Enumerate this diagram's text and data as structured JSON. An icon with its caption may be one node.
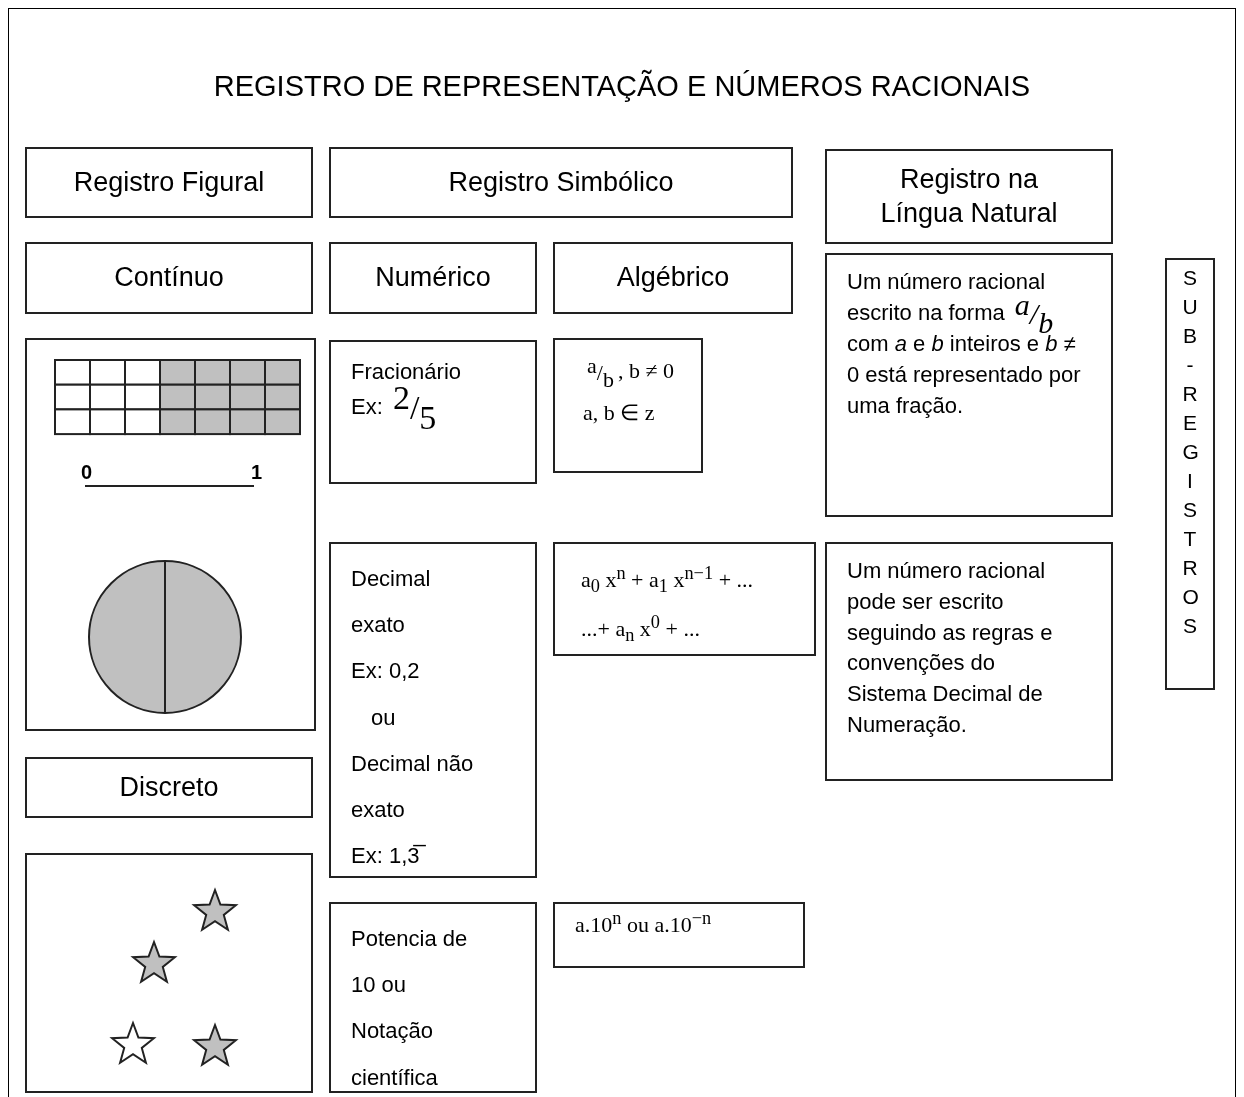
{
  "diagram": {
    "title": "REGISTRO DE REPRESENTAÇÃO E NÚMEROS RACIONAIS",
    "nodes": [
      {
        "text": [
          "Registro Figural"
        ]
      },
      {
        "text": [
          "Registro Simbólico"
        ]
      },
      {
        "text": [
          "Registro na Língua Natural"
        ]
      },
      {
        "text": [
          "Contínuo"
        ]
      },
      {
        "text": [
          "Numérico"
        ]
      },
      {
        "text": [
          "Algébrico"
        ]
      },
      {
        "text": [
          "0",
          "1"
        ]
      },
      {
        "text": [
          "Fracionário",
          "Ex: 2/5"
        ]
      },
      {
        "text": [
          "a/b, b ≠ 0",
          "a, b ∈ z"
        ]
      },
      {
        "text": [
          "Um número racional escrito na forma a/b com *a* e *b* inteiros e *b* ≠ 0 está representado por uma fração."
        ]
      },
      {
        "text": [
          "SUB-REGISTROS"
        ]
      },
      {
        "text": [
          "Decimal exato",
          "Ex: 0,2",
          "ou",
          "Decimal não exato",
          "Ex: 1,3̅"
        ]
      },
      {
        "text": [
          "a$_{0}$ x$^{n}$ + a$_{1}$ x$^{n−1}$ + ...",
          "...+ a$_{n}$ x$^{0}$ + ..."
        ]
      },
      {
        "text": [
          "Um número racional pode ser escrito seguindo as regras e convenções do Sistema Decimal de Numeração."
        ]
      },
      {
        "text": [
          "Discreto"
        ]
      },
      {
        "text": [],
        "shape": "picture"
      },
      {
        "text": [
          "Potencia de 10 ou Notação científica"
        ]
      },
      {
        "text": [
          "a.10$^{n}$ ou a.10$^{−n}$"
        ]
      }
    ]
  }
}
